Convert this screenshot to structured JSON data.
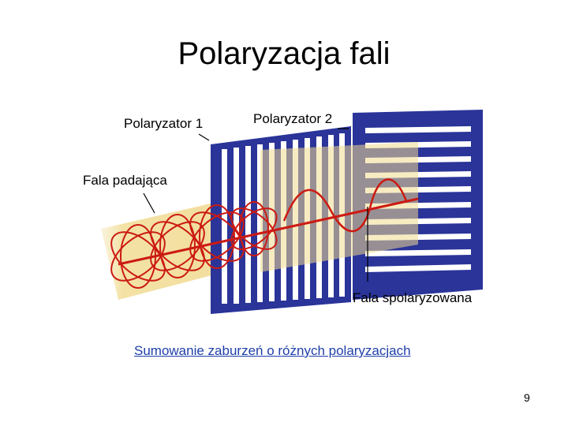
{
  "title": "Polaryzacja fali",
  "labels": {
    "polarizer1": "Polaryzator 1",
    "polarizer2": "Polaryzator 2",
    "incident_wave": "Fala padająca",
    "polarized_wave": "Fala spolaryzowana"
  },
  "link": {
    "text": "Sumowanie zaburzeń o różnych polaryzacjach"
  },
  "page_number": "9",
  "colors": {
    "polarizer_frame": "#2a3499",
    "beam": "#f3e2a8",
    "wave": "#cc1a12",
    "link": "#1f3faa"
  }
}
